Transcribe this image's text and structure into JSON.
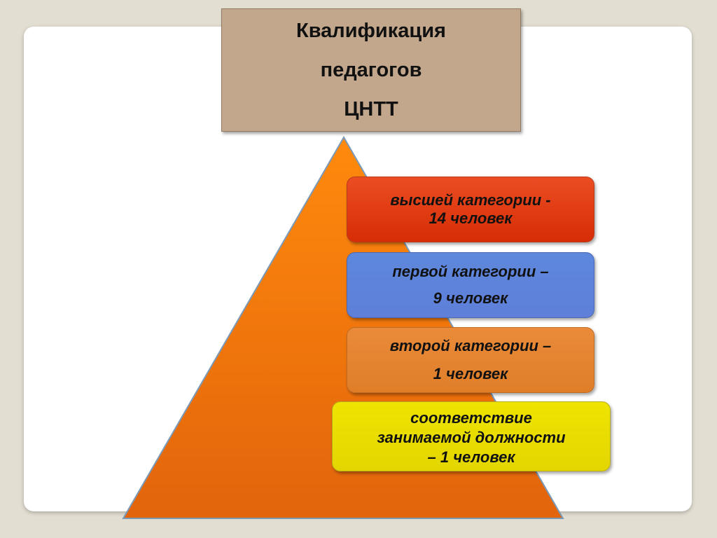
{
  "slide": {
    "title_lines": [
      "Квалификация",
      "педагогов",
      "ЦНТТ"
    ],
    "levels": [
      {
        "lines": [
          "высшей категории -",
          "14 человек"
        ],
        "color": "#e03a10"
      },
      {
        "lines": [
          "первой категории –",
          "9 человек"
        ],
        "color": "#5f84da"
      },
      {
        "lines": [
          "второй категории –",
          "1 человек"
        ],
        "color": "#e58633"
      },
      {
        "lines": [
          "соответствие",
          "занимаемой должности",
          "– 1 человек"
        ],
        "color": "#e9dd00"
      }
    ],
    "pyramid_color": "#f07a10",
    "background_color": "#e3ded2"
  }
}
